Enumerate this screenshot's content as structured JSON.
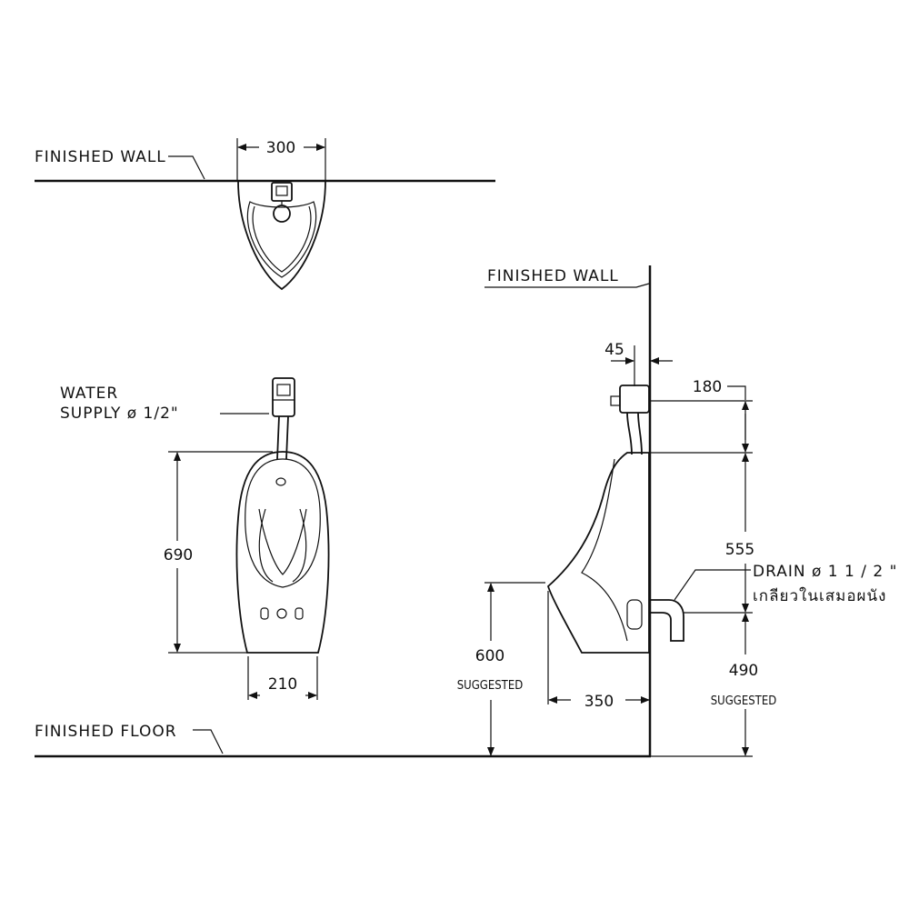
{
  "labels": {
    "finished_wall_top": "FINISHED  WALL",
    "finished_wall_side": "FINISHED  WALL",
    "finished_floor": "FINISHED  FLOOR",
    "water_supply_line1": "WATER",
    "water_supply_line2": "SUPPLY ø 1/2\"",
    "drain_line1": "DRAIN ø 1 1 / 2 \"",
    "drain_line2": "เกลียวในเสมอผนัง",
    "suggested_600": "SUGGESTED",
    "suggested_490": "SUGGESTED"
  },
  "dimensions": {
    "top_width": "300",
    "front_height": "690",
    "front_base_width": "210",
    "side_offset": "45",
    "side_top": "180",
    "side_height": "555",
    "side_rim": "600",
    "side_depth": "350",
    "side_drain": "490"
  }
}
